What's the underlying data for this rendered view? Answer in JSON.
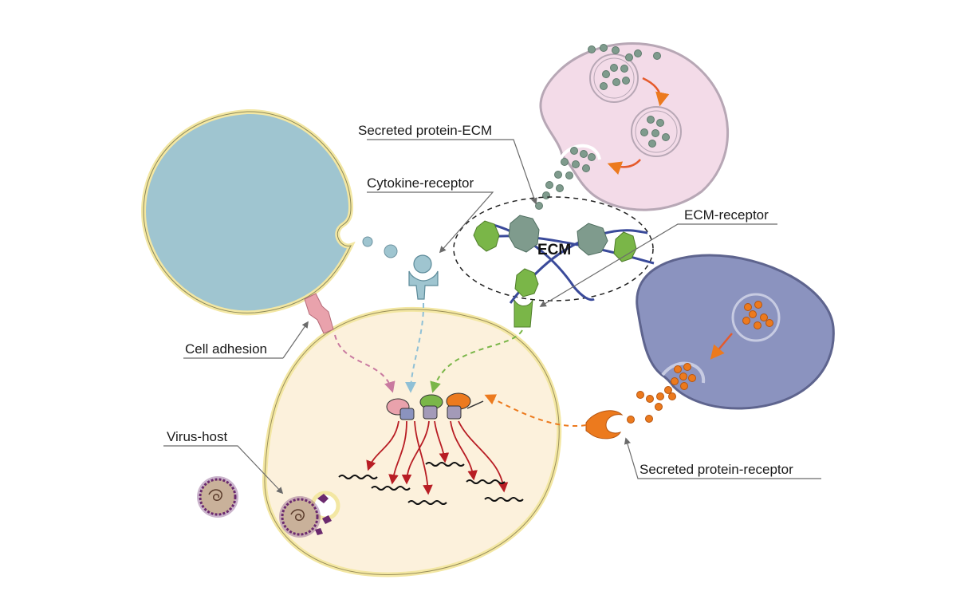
{
  "labels": {
    "secreted_protein_ecm": "Secreted protein-ECM",
    "cytokine_receptor": "Cytokine-receptor",
    "ecm_receptor": "ECM-receptor",
    "ecm": "ECM",
    "cell_adhesion": "Cell adhesion",
    "virus_host": "Virus-host",
    "secreted_protein_receptor": "Secreted protein-receptor"
  },
  "colors": {
    "blue_cell": "#9fc5d0",
    "target_cell": "#fcf1dc",
    "pink_cell": "#f3dbe8",
    "purple_cell": "#8b93bf",
    "membrane": "#f3e7a3",
    "adhesion": "#e9a2ac",
    "cytokine": "#9fc5d0",
    "ecm_protein": "#7ab648",
    "ecm_grey": "#7f9b8d",
    "secreted_orange": "#ec7a1e",
    "virus": "#6b2a6e",
    "arrow_red": "#b81d24",
    "ecm_fiber": "#3a4a9a"
  }
}
